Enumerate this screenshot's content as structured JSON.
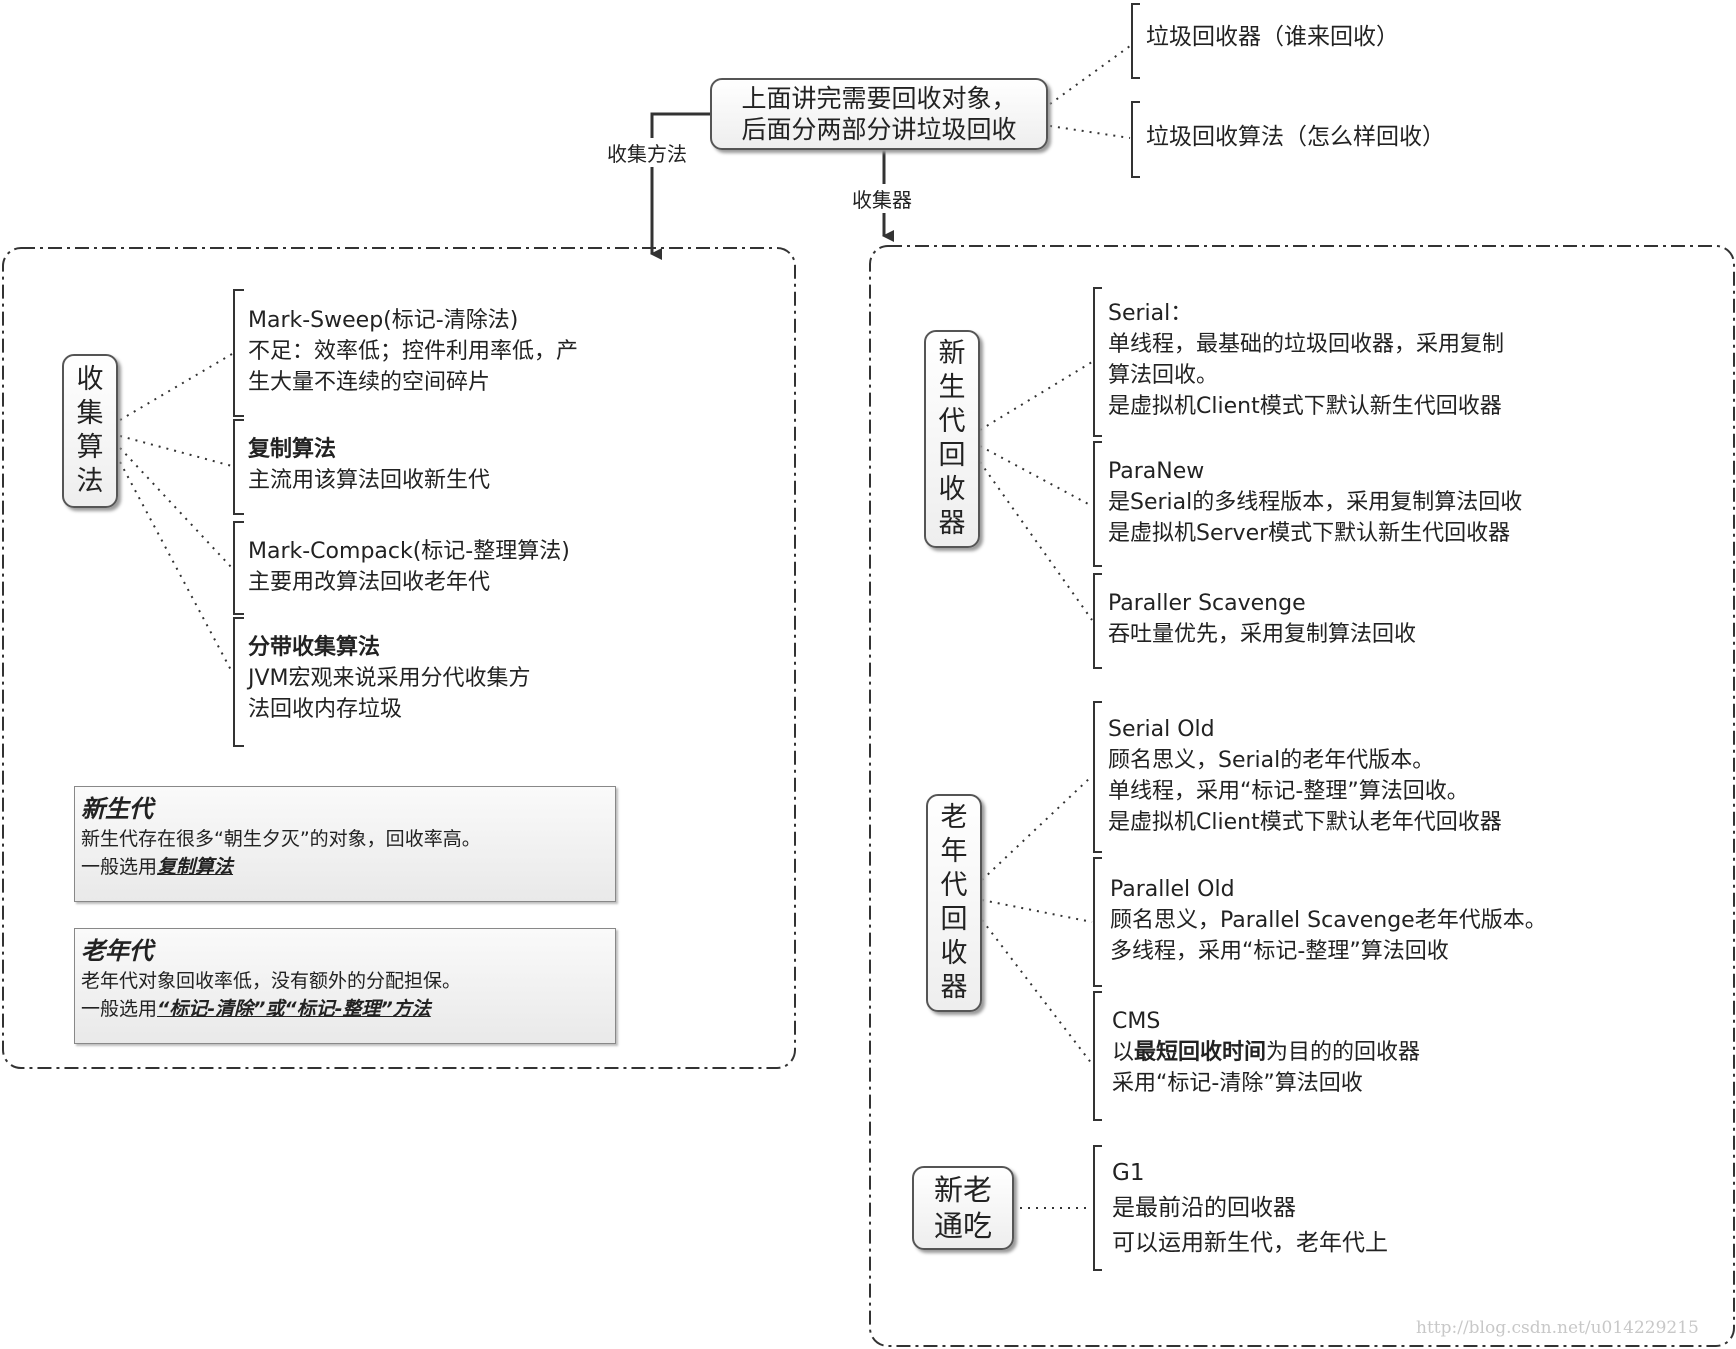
{
  "center": {
    "line1": "上面讲完需要回收对象，",
    "line2": "后面分两部分讲垃圾回收"
  },
  "top_right": {
    "who": "垃圾回收器（谁来回收）",
    "how": "垃圾回收算法（怎么样回收）"
  },
  "edge_labels": {
    "method": "收集方法",
    "collector": "收集器"
  },
  "left_panel": {
    "category": [
      "收",
      "集",
      "算",
      "法"
    ],
    "algorithms": [
      {
        "title": "Mark-Sweep(标记-清除法)",
        "lines": [
          "不足：效率低；控件利用率低，产",
          "生大量不连续的空间碎片"
        ]
      },
      {
        "title": "复制算法",
        "lines": [
          "主流用该算法回收新生代"
        ]
      },
      {
        "title": "Mark-Compack(标记-整理算法)",
        "lines": [
          "主要用改算法回收老年代"
        ]
      },
      {
        "title": "分带收集算法",
        "lines": [
          "JVM宏观来说采用分代收集方",
          "法回收内存垃圾"
        ]
      }
    ],
    "notes": [
      {
        "title": "新生代",
        "line1": "新生代存在很多“朝生夕灭”的对象，回收率高。",
        "line2_prefix": "一般选用",
        "line2_em": "复制算法"
      },
      {
        "title": "老年代",
        "line1": "老年代对象回收率低，没有额外的分配担保。",
        "line2_prefix": "一般选用",
        "line2_em": "“标记-清除”或“标记-整理”方法"
      }
    ]
  },
  "right_panel": {
    "young": {
      "category": [
        "新",
        "生",
        "代",
        "回",
        "收",
        "器"
      ],
      "collectors": [
        {
          "title": "Serial：",
          "lines": [
            "单线程，最基础的垃圾回收器，采用复制",
            "算法回收。",
            "是虚拟机Client模式下默认新生代回收器"
          ]
        },
        {
          "title": "ParaNew",
          "lines": [
            "是Serial的多线程版本，采用复制算法回收",
            "是虚拟机Server模式下默认新生代回收器"
          ]
        },
        {
          "title": "Paraller Scavenge",
          "lines": [
            "吞吐量优先，采用复制算法回收"
          ]
        }
      ]
    },
    "old": {
      "category": [
        "老",
        "年",
        "代",
        "回",
        "收",
        "器"
      ],
      "collectors": [
        {
          "title": "Serial Old",
          "lines": [
            "顾名思义，Serial的老年代版本。",
            "单线程，采用“标记-整理”算法回收。",
            "是虚拟机Client模式下默认老年代回收器"
          ]
        },
        {
          "title": "Parallel Old",
          "lines": [
            "顾名思义，Parallel Scavenge老年代版本。",
            "多线程，采用“标记-整理”算法回收"
          ]
        },
        {
          "title": "CMS",
          "line1_prefix": "以",
          "line1_bold": "最短回收时间",
          "line1_suffix": "为目的的回收器",
          "lines": [
            "采用“标记-清除”算法回收"
          ]
        }
      ]
    },
    "both": {
      "category_line1": "新老",
      "category_line2": "通吃",
      "collector": {
        "title": "G1",
        "lines": [
          "是最前沿的回收器",
          "可以运用新生代，老年代上"
        ]
      }
    }
  },
  "watermark": "http://blog.csdn.net/u014229215"
}
